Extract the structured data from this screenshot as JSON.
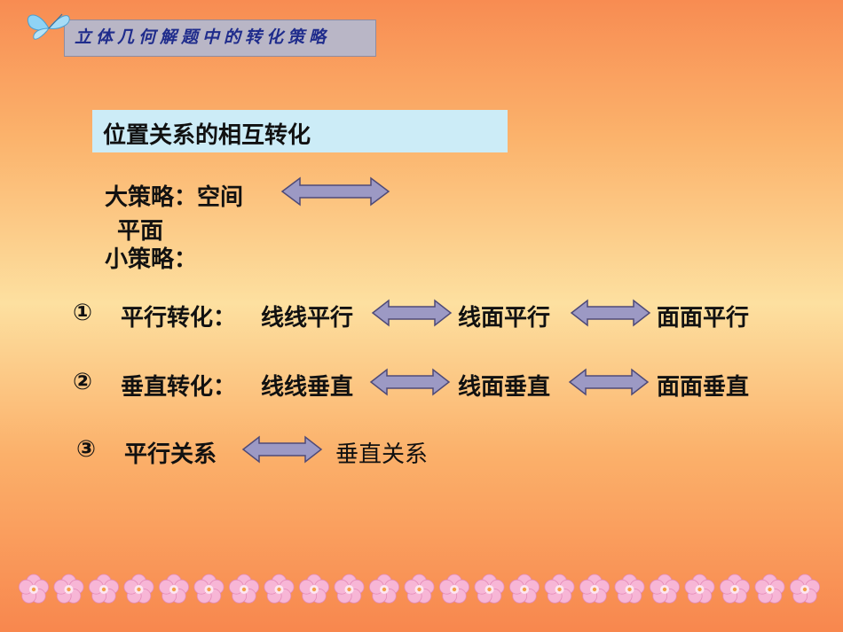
{
  "header": {
    "title": "立体几何解题中的转化策略"
  },
  "section": {
    "title": "位置关系的相互转化"
  },
  "strategy": {
    "big_label": "大策略：空间",
    "big_tail": "平面",
    "small_label": "小策略："
  },
  "items": [
    {
      "marker": "①",
      "label": "平行转化：",
      "steps": [
        "线线平行",
        "线面平行",
        "面面平行"
      ]
    },
    {
      "marker": "②",
      "label": "垂直转化：",
      "steps": [
        "线线垂直",
        "线面垂直",
        "面面垂直"
      ]
    },
    {
      "marker": "③",
      "label": "平行关系",
      "steps": [
        "垂直关系"
      ]
    }
  ],
  "colors": {
    "arrow_fill": "#9c99c4",
    "arrow_stroke": "#4e4a78",
    "header_bg": "#b9b6c6",
    "section_bg": "#ccecf7"
  },
  "icons": {
    "header_decoration": "butterfly-icon",
    "footer_decoration": "flower-icon"
  }
}
